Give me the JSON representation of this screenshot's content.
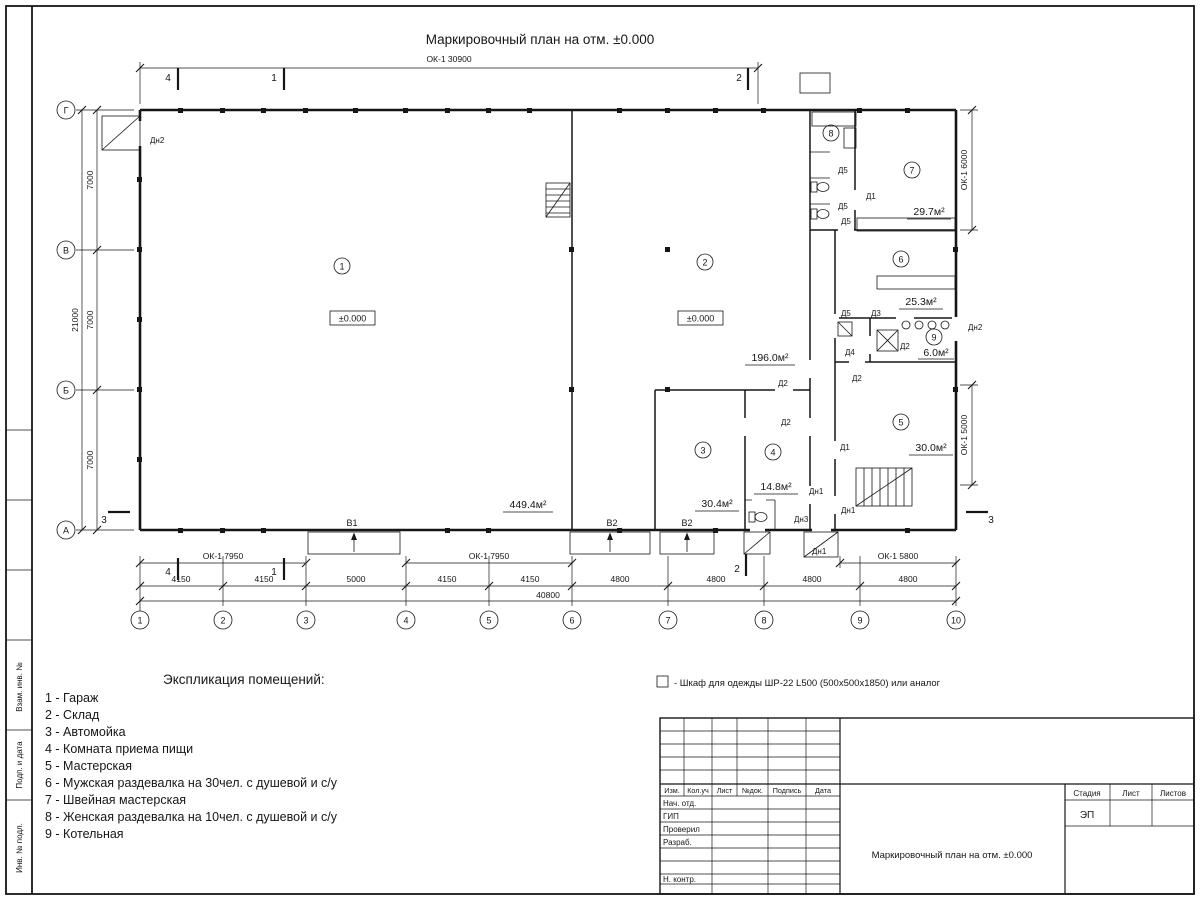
{
  "page": {
    "title": "Маркировочный план на отм. ±0.000"
  },
  "dims": {
    "ok_top": "ОК-1 30900",
    "ok_bottom_left": "ОК-1 7950",
    "ok_bottom_mid": "ОК-1 7950",
    "ok_bottom_right": "ОК-1 5800",
    "ok_right_upper": "ОК-1 6000",
    "ok_right_lower": "ОК-1 5000",
    "bottom": [
      "4150",
      "4150",
      "5000",
      "4150",
      "4150",
      "4800",
      "4800",
      "4800",
      "4800"
    ],
    "bottom_total": "40800",
    "left": [
      "7000",
      "7000",
      "7000"
    ],
    "left_total": "21000"
  },
  "axes": {
    "cols": [
      "1",
      "2",
      "3",
      "4",
      "5",
      "6",
      "7",
      "8",
      "9",
      "10"
    ],
    "rows": [
      "Г",
      "В",
      "Б",
      "А"
    ]
  },
  "sections": {
    "s1": "1",
    "s2": "2",
    "s3": "3",
    "s4": "4"
  },
  "rooms": {
    "r1": {
      "num": "1",
      "elev": "±0.000",
      "area": "449.4м²"
    },
    "r2": {
      "num": "2",
      "elev": "±0.000",
      "area": "196.0м²"
    },
    "r3": {
      "num": "3",
      "area": "30.4м²"
    },
    "r4": {
      "num": "4",
      "area": "14.8м²"
    },
    "r5": {
      "num": "5",
      "area": "30.0м²"
    },
    "r6": {
      "num": "6",
      "area": "25.3м²"
    },
    "r7": {
      "num": "7",
      "area": "29.7м²"
    },
    "r8": {
      "num": "8"
    },
    "r9": {
      "num": "9",
      "area": "6.0м²"
    }
  },
  "marks": {
    "d1": "Д1",
    "d2": "Д2",
    "d3": "Д3",
    "d4": "Д4",
    "d5": "Д5",
    "dn1": "Дн1",
    "dn2": "Дн2",
    "dn3": "Дн3",
    "v1": "В1",
    "v2": "В2"
  },
  "legend": {
    "heading": "Экспликация помещений:",
    "items": [
      "1 - Гараж",
      "2 - Склад",
      "3 - Автомойка",
      "4 - Комната приема пищи",
      "5 - Мастерская",
      "6 - Мужская раздевалка на 30чел. с душевой и с/у",
      "7 - Швейная мастерская",
      "8 - Женская раздевалка на 10чел. с душевой и с/у",
      "9 - Котельная"
    ],
    "note": "- Шкаф для одежды ШР-22 L500 (500x500x1850) или аналог"
  },
  "titleblock": {
    "cols": [
      "Изм.",
      "Кол.уч",
      "Лист",
      "№док.",
      "Подпись",
      "Дата"
    ],
    "roles": [
      "Нач. отд.",
      "ГИП",
      "Проверил",
      "Разраб.",
      "Н. контр."
    ],
    "doc_title": "Маркировочный план на отм. ±0.000",
    "stage_cols": [
      "Стадия",
      "Лист",
      "Листов"
    ],
    "stage_value": "ЭП"
  },
  "frame": {
    "labels": [
      "Взам. инв. №",
      "Подп. и дата",
      "Инв. № подл."
    ]
  }
}
